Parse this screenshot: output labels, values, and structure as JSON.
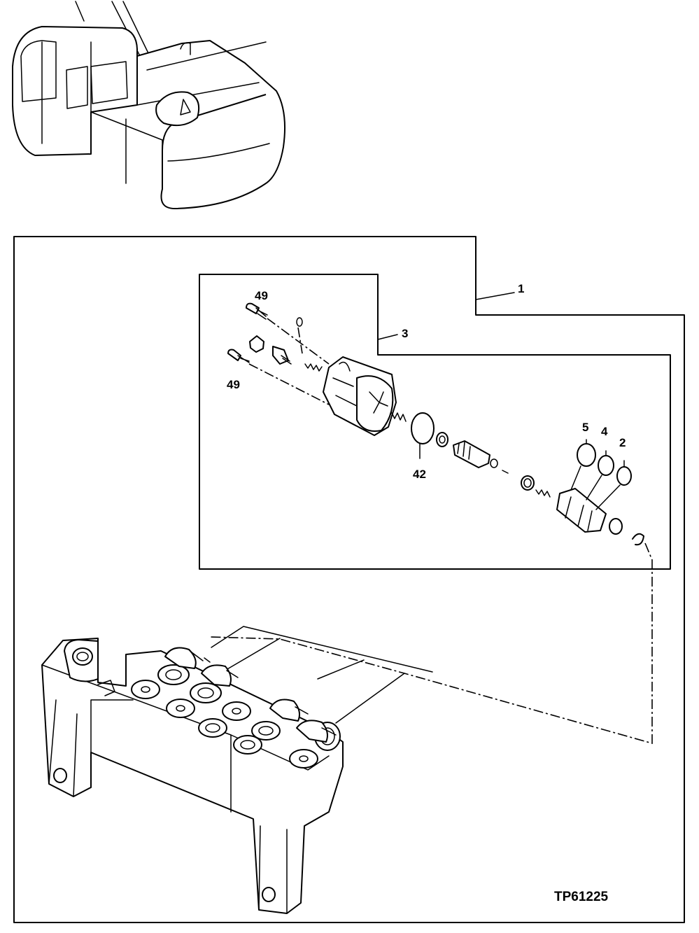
{
  "figure_id": "TP61225",
  "callouts": {
    "c1": "1",
    "c3": "3",
    "c49a": "49",
    "c49b": "49",
    "c42": "42",
    "c5": "5",
    "c4": "4",
    "c2": "2"
  }
}
